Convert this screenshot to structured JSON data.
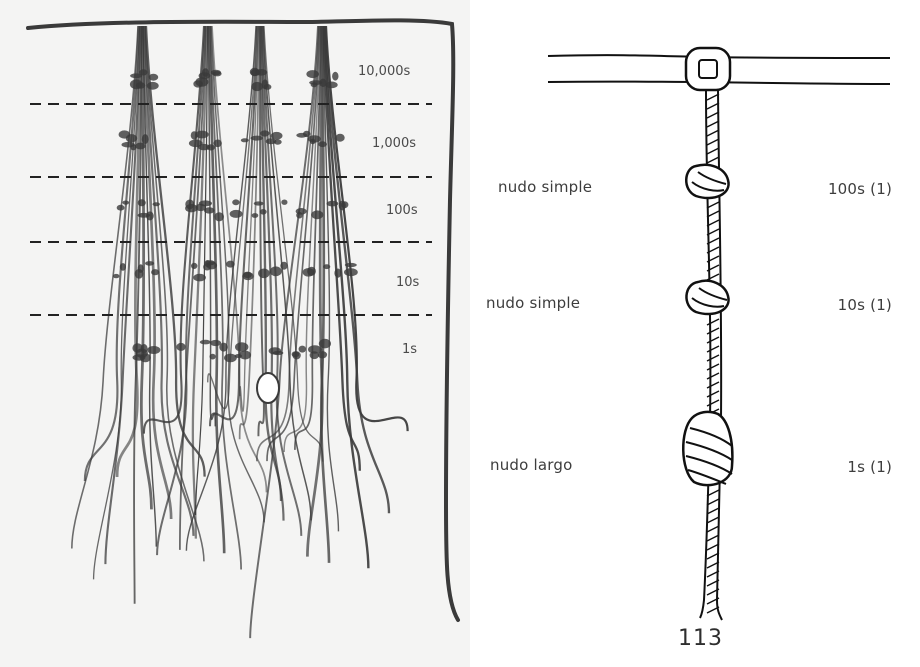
{
  "quipu_photo": {
    "place_labels": [
      "10,000s",
      "1,000s",
      "100s",
      "10s",
      "1s"
    ]
  },
  "knot_diagram": {
    "rows": [
      {
        "knot_type": "nudo simple",
        "value": "100s (1)"
      },
      {
        "knot_type": "nudo simple",
        "value": "10s (1)"
      },
      {
        "knot_type": "nudo largo",
        "value": "1s (1)"
      }
    ],
    "number": "113"
  },
  "colors": {
    "cord": "#3a3a3a",
    "photo_background": "#f4f4f3",
    "dash_line": "#222222"
  }
}
